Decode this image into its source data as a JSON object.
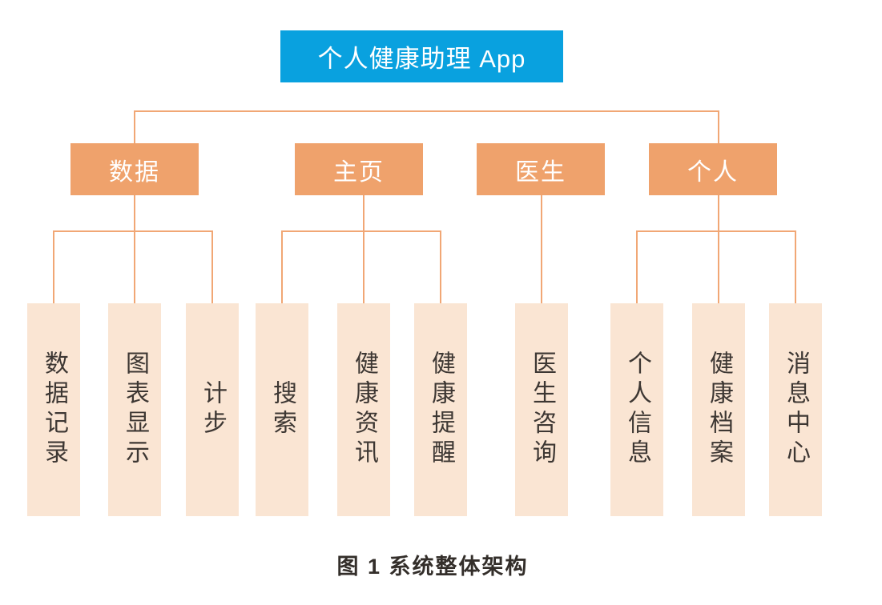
{
  "figure": {
    "caption": "图 1 系统整体架构"
  },
  "tree": {
    "root": {
      "label": "个人健康助理 App"
    },
    "branches": [
      {
        "label": "数据",
        "children": [
          "数据记录",
          "图表显示",
          "计步"
        ]
      },
      {
        "label": "主页",
        "children": [
          "搜索",
          "健康资讯",
          "健康提醒"
        ]
      },
      {
        "label": "医生",
        "children": [
          "医生咨询"
        ]
      },
      {
        "label": "个人",
        "children": [
          "个人信息",
          "健康档案",
          "消息中心"
        ]
      }
    ]
  },
  "colors": {
    "canvas_bg": "#ffffff",
    "root_fill": "#09a1df",
    "root_text": "#ffffff",
    "branch_fill": "#efa26c",
    "branch_text": "#ffffff",
    "leaf_fill": "#fae5d3",
    "leaf_text": "#3d3733",
    "connector": "#f1a775",
    "caption_text": "#332e2a"
  }
}
